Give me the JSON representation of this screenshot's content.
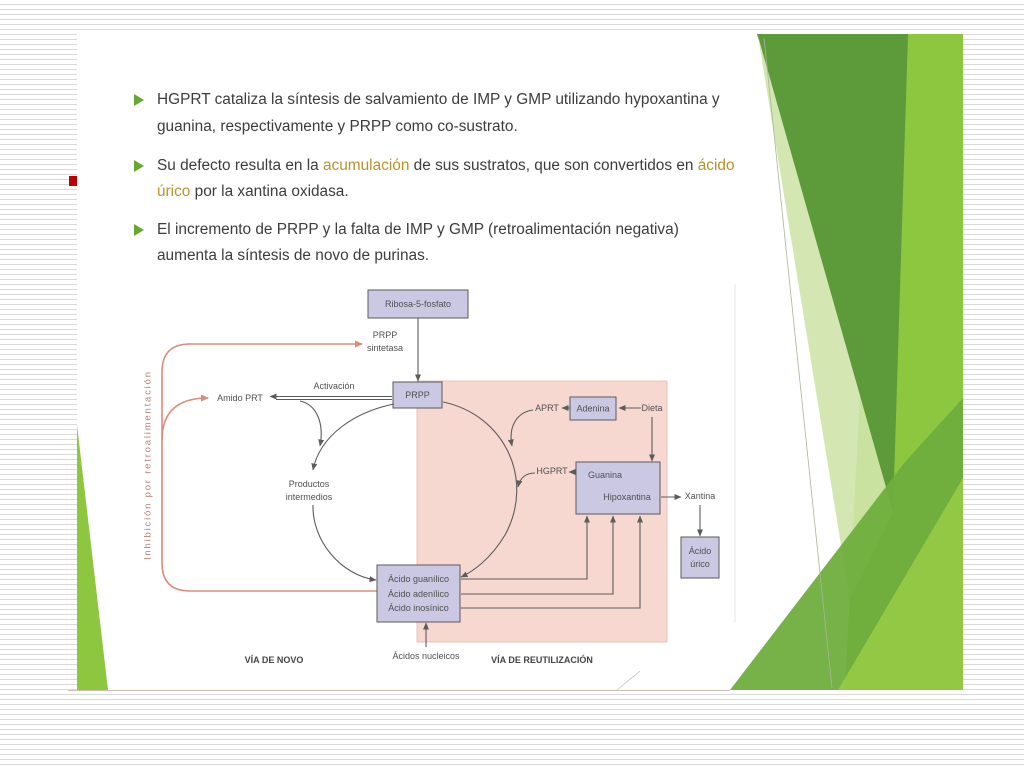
{
  "colors": {
    "slide_background": "#ffffff",
    "bullet_square": "#c00000",
    "bullet_arrow": "#6aa632",
    "body_text": "#3c3c3c",
    "highlight_text": "#b8922c",
    "theme_green_light": "#8dc63f",
    "theme_green_dark": "#5d9a3a",
    "theme_green_pale": "#cfe4aa",
    "theme_green_mid": "#6fae3d",
    "theme_green_bright": "#97cb45",
    "node_fill": "#cbc8e4",
    "salvage_region": "#f7d8d1",
    "feedback_line": "#dc8b7e",
    "feedback_label": "#b27d72"
  },
  "slide": {
    "bullets": [
      {
        "lines": [
          [
            "HGPRT cataliza la síntesis de salvamiento de IMP y GMP utilizando hypoxantina y"
          ],
          [
            "guanina, respectivamente y PRPP como co-sustrato."
          ]
        ]
      },
      {
        "lines": [
          [
            "Su defecto resulta en la ",
            "acumulación",
            " de sus sustratos, que son convertidos en ",
            "ácido"
          ],
          [
            "úrico",
            " por la xantina oxidasa."
          ]
        ]
      },
      {
        "lines": [
          [
            "El incremento de PRPP y la falta de IMP y GMP (retroalimentación negativa)"
          ],
          [
            "aumenta la síntesis de novo de purinas."
          ]
        ]
      }
    ]
  },
  "diagram": {
    "ribosa": "Ribosa-5-fosfato",
    "prpp_sintetasa": [
      "PRPP",
      "sintetasa"
    ],
    "prpp": "PRPP",
    "activacion": "Activación",
    "amido_prt": "Amido PRT",
    "productos_intermedios": [
      "Productos",
      "intermedios"
    ],
    "aprt": "APRT",
    "adenina": "Adenina",
    "dieta": "Dieta",
    "hgprt": "HGPRT",
    "guanina": "Guanina",
    "hipoxantina": "Hipoxantina",
    "xantina": "Xantina",
    "acido_urico": [
      "Ácido",
      "úrico"
    ],
    "nucleotidos": [
      "Ácido guanílico",
      "Ácido adenílico",
      "Ácido inosínico"
    ],
    "acidos_nucleicos": "Ácidos nucleicos",
    "via_de_novo": "VÍA DE NOVO",
    "via_reutilizacion": "VÍA DE REUTILIZACIÓN",
    "feedback_label": "Inhibición por retroalimentación"
  }
}
